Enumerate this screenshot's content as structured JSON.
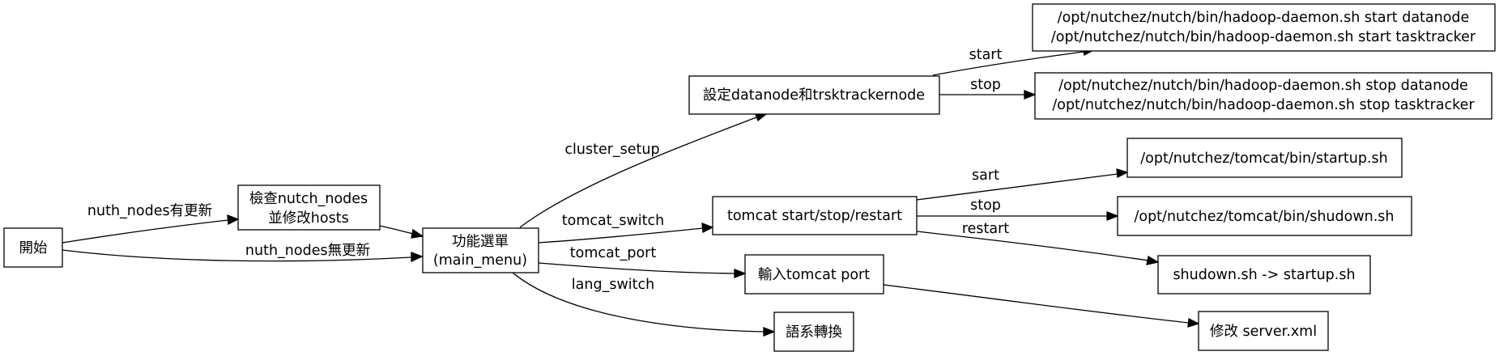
{
  "nodes": {
    "start": [
      "開始"
    ],
    "check_nodes": [
      "檢查nutch_nodes",
      "並修改hosts"
    ],
    "main_menu": [
      "功能選單",
      "(main_menu)"
    ],
    "set_datanode": [
      "設定datanode和trsktrackernode"
    ],
    "hadoop_start": [
      "/opt/nutchez/nutch/bin/hadoop-daemon.sh start datanode",
      "/opt/nutchez/nutch/bin/hadoop-daemon.sh start tasktracker"
    ],
    "hadoop_stop": [
      "/opt/nutchez/nutch/bin/hadoop-daemon.sh stop datanode",
      "/opt/nutchez/nutch/bin/hadoop-daemon.sh stop tasktracker"
    ],
    "tomcat_ssr": [
      "tomcat start/stop/restart"
    ],
    "tomcat_startup": [
      "/opt/nutchez/tomcat/bin/startup.sh"
    ],
    "tomcat_shutdown": [
      "/opt/nutchez/tomcat/bin/shudown.sh"
    ],
    "tomcat_restart": [
      "shudown.sh -> startup.sh"
    ],
    "tomcat_port": [
      "輸入tomcat port"
    ],
    "server_xml": [
      "修改 server.xml"
    ],
    "lang_switch": [
      "語系轉換"
    ]
  },
  "edges": {
    "start_to_check": "nuth_nodes有更新",
    "start_to_menu": "nuth_nodes無更新",
    "check_to_menu": "",
    "menu_to_cluster": "cluster_setup",
    "menu_to_tomcat_switch": "tomcat_switch",
    "menu_to_tomcat_port": "tomcat_port",
    "menu_to_lang": "lang_switch",
    "cluster_start": "start",
    "cluster_stop": "stop",
    "tomcat_sart": "sart",
    "tomcat_stop": "stop",
    "tomcat_restart": "restart",
    "port_to_server_xml": ""
  }
}
